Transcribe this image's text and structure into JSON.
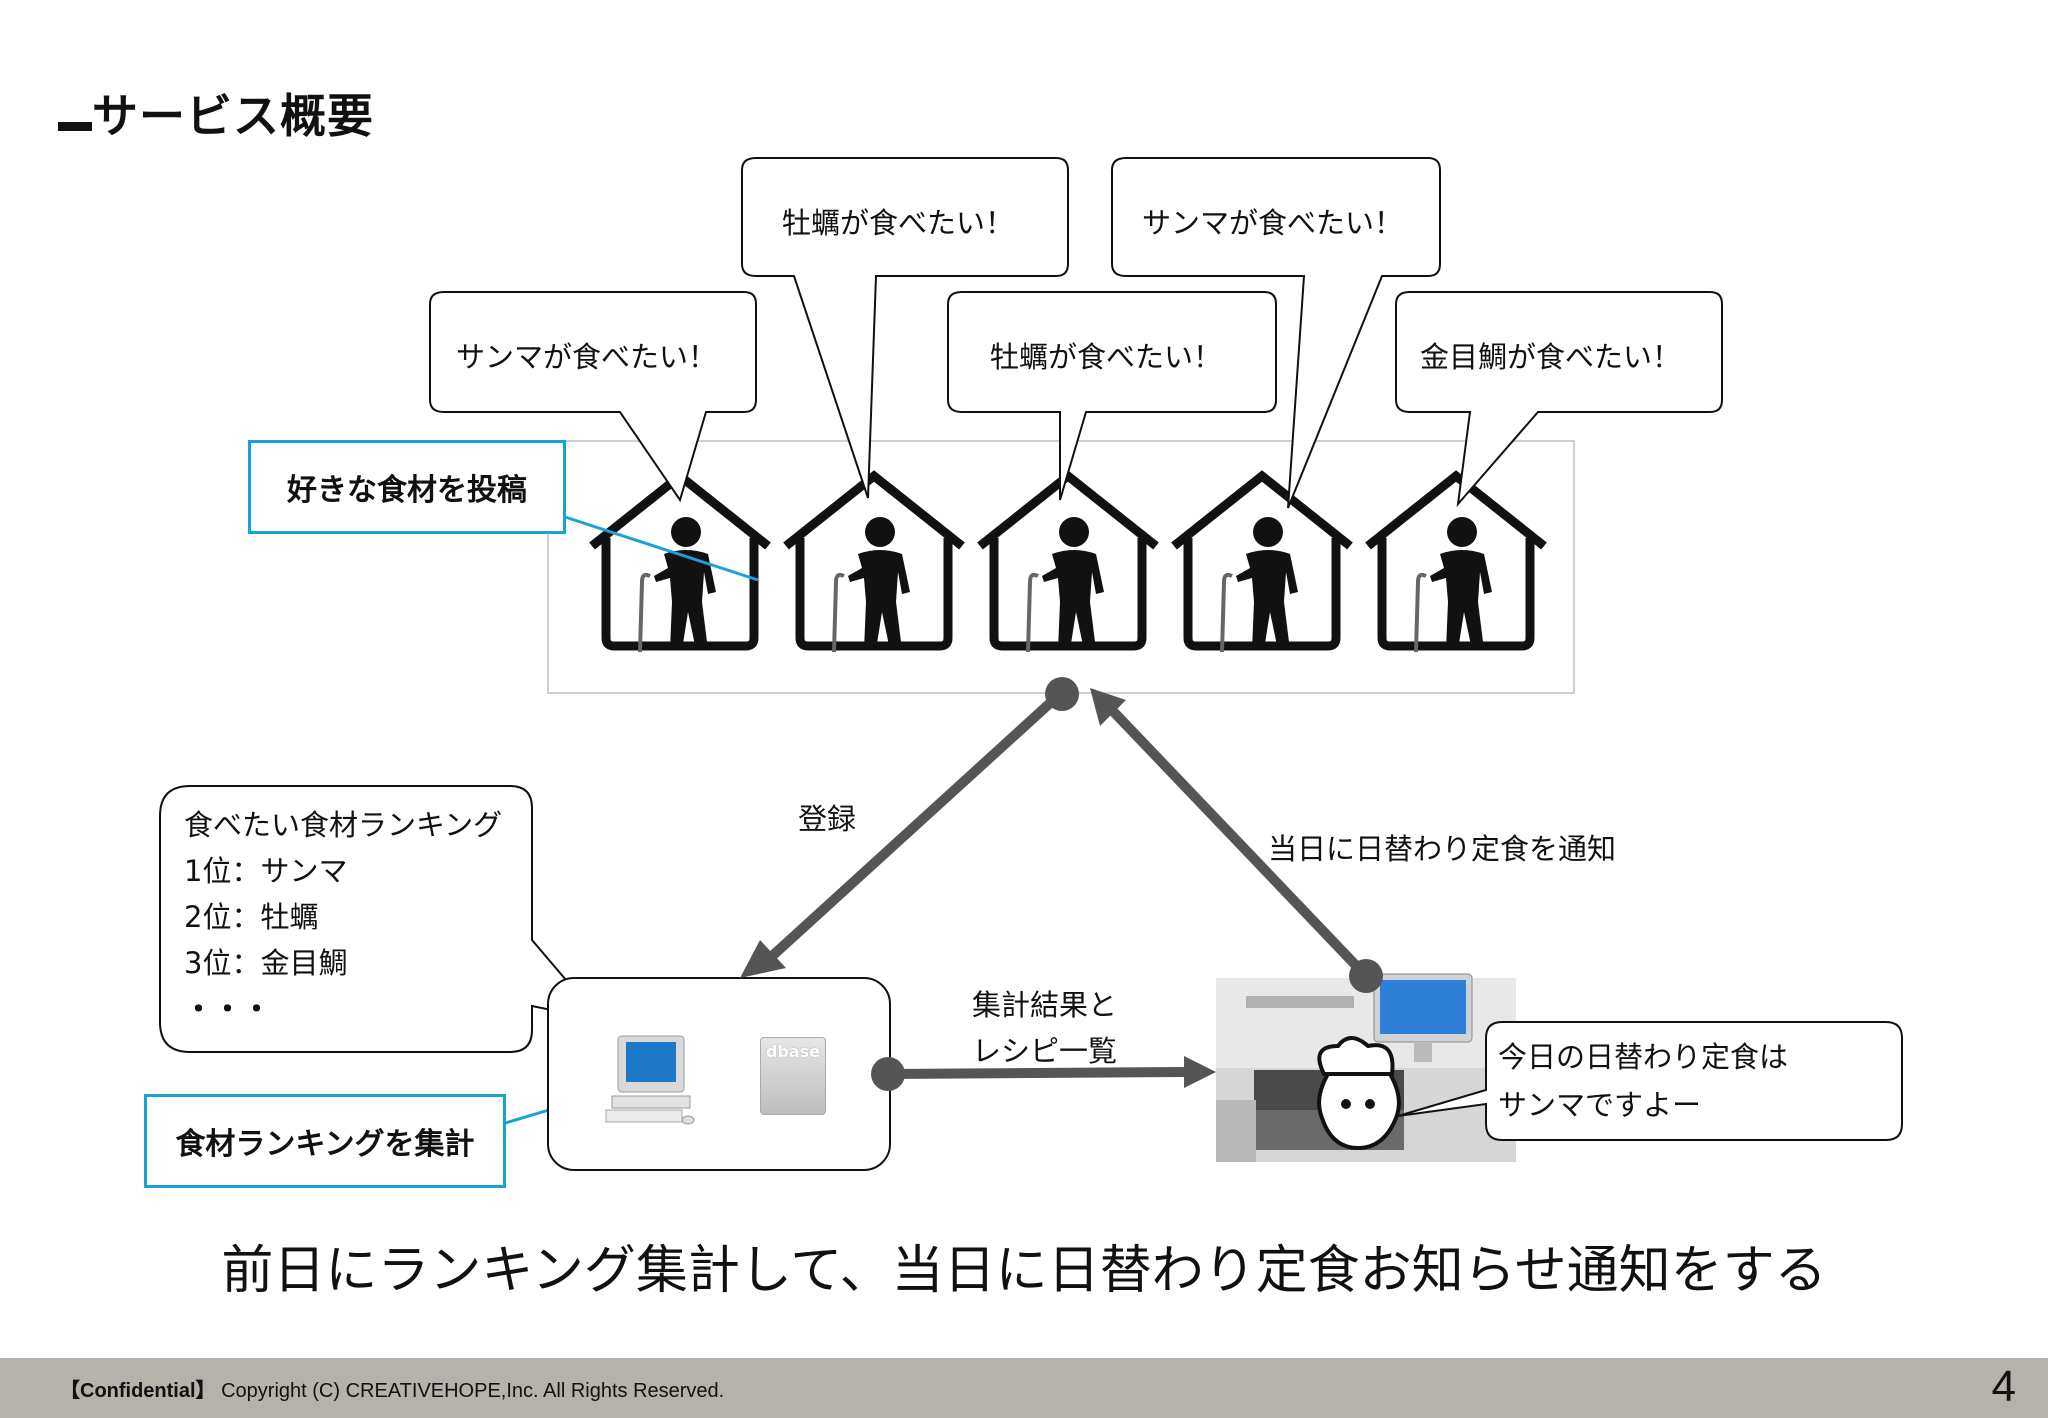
{
  "page": {
    "title": "サービス概要",
    "caption": "前日にランキング集計して、当日に日替わり定食お知らせ通知をする",
    "footer_label": "【Confidential】",
    "footer_copyright": "Copyright (C) CREATIVEHOPE,Inc. All Rights Reserved.",
    "page_number": "4"
  },
  "bubbles": [
    {
      "text": "サンマが食べたい！"
    },
    {
      "text": "牡蠣が食べたい！"
    },
    {
      "text": "牡蠣が食べたい！"
    },
    {
      "text": "サンマが食べたい！"
    },
    {
      "text": "金目鯛が食べたい！"
    }
  ],
  "labels": {
    "post": "好きな食材を投稿",
    "aggregate": "食材ランキングを集計",
    "register": "登録",
    "notify": "当日に日替わり定食を通知",
    "result_line1": "集計結果と",
    "result_line2": "レシピ一覧"
  },
  "ranking": {
    "title": "食べたい食材ランキング",
    "items": [
      "1位：サンマ",
      "2位：牡蠣",
      "3位：金目鯛"
    ],
    "more": "・・・"
  },
  "chef_bubble": {
    "line1": "今日の日替わり定食は",
    "line2": "サンマですよー"
  },
  "server": {
    "db_label": "dbase"
  },
  "colors": {
    "accent": "#17a3d6",
    "arrow": "#555555",
    "footer": "#b5b2ac"
  },
  "icons": [
    "house-icon",
    "elderly-person-icon",
    "computer-icon",
    "database-icon",
    "chef-icon",
    "kitchen-image",
    "monitor-icon"
  ]
}
